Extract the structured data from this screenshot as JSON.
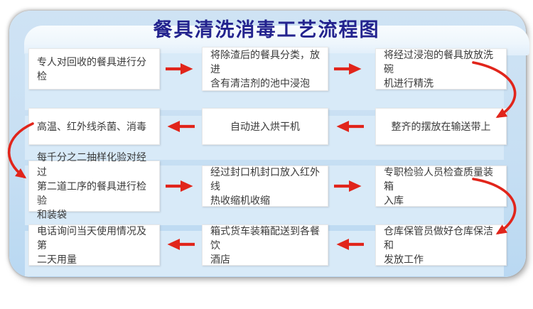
{
  "title": "餐具清洗消毒工艺流程图",
  "colors": {
    "arrow": "#e1251b",
    "title_text": "#23238e",
    "card_background": "#c7dff3",
    "row_band_background": "#d8eaf8",
    "box_background": "#ffffff"
  },
  "steps": [
    {
      "order": 1,
      "text": "专人对回收的餐具进行分检"
    },
    {
      "order": 2,
      "text": "将除渣后的餐具分类，放进\n含有清洁剂的池中浸泡"
    },
    {
      "order": 3,
      "text": "将经过浸泡的餐具放放洗碗\n机进行精洗"
    },
    {
      "order": 4,
      "text": "整齐的摆放在输送带上"
    },
    {
      "order": 5,
      "text": "自动进入烘干机"
    },
    {
      "order": 6,
      "text": "高温、红外线杀菌、消毒"
    },
    {
      "order": 7,
      "text": "每千分之二抽样化验对经过\n第二道工序的餐具进行检验\n和装袋"
    },
    {
      "order": 8,
      "text": "经过封口机封口放入红外线\n热收缩机收缩"
    },
    {
      "order": 9,
      "text": "专职检验人员检查质量装箱\n入库"
    },
    {
      "order": 10,
      "text": "仓库保管员做好仓库保洁和\n发放工作"
    },
    {
      "order": 11,
      "text": "箱式货车装箱配送到各餐饮\n酒店"
    },
    {
      "order": 12,
      "text": "电话询问当天使用情况及第\n二天用量"
    }
  ]
}
